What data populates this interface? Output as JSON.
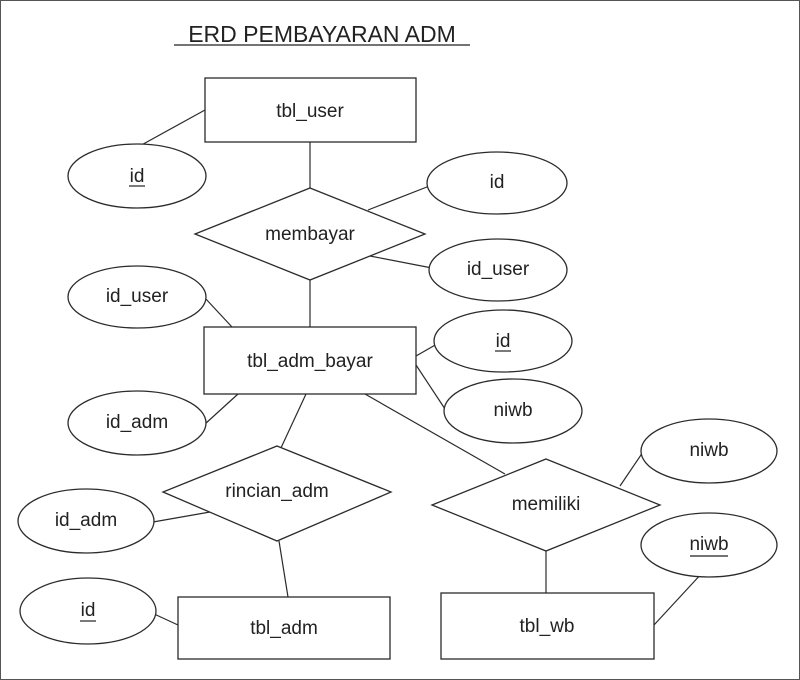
{
  "title": "ERD PEMBAYARAN ADM",
  "entities": {
    "tbl_user": "tbl_user",
    "tbl_adm_bayar": "tbl_adm_bayar",
    "tbl_adm": "tbl_adm",
    "tbl_wb": "tbl_wb"
  },
  "relationships": {
    "membayar": "membayar",
    "rincian_adm": "rincian_adm",
    "memiliki": "memiliki"
  },
  "attributes": {
    "user_id": {
      "text": "id",
      "key": true
    },
    "membayar_id": {
      "text": "id",
      "key": false
    },
    "membayar_id_user": {
      "text": "id_user",
      "key": false
    },
    "bayar_id_user": {
      "text": "id_user",
      "key": false
    },
    "bayar_id": {
      "text": "id",
      "key": true
    },
    "bayar_niwb": {
      "text": "niwb",
      "key": false
    },
    "bayar_id_adm": {
      "text": "id_adm",
      "key": false
    },
    "rincian_id_adm": {
      "text": "id_adm",
      "key": false
    },
    "adm_id": {
      "text": "id",
      "key": true
    },
    "memiliki_niwb": {
      "text": "niwb",
      "key": false
    },
    "wb_niwb": {
      "text": "niwb",
      "key": true
    }
  }
}
